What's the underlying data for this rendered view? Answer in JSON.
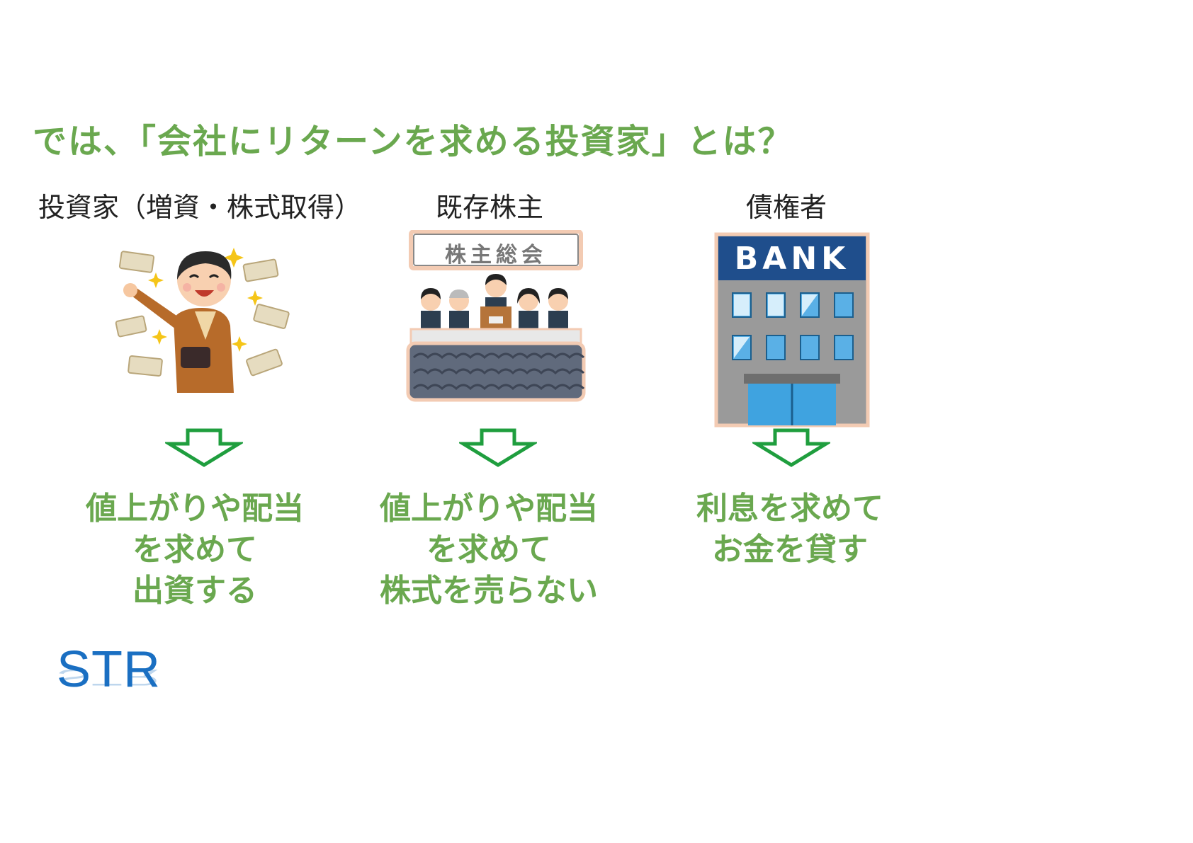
{
  "slide": {
    "title": "では、「会社にリターンを求める投資家」とは？",
    "columns": [
      {
        "label": "投資家（増資・株式取得）",
        "icon": "investor-with-money-icon",
        "caption": [
          "値上がりや配当",
          "を求めて",
          "出資する"
        ]
      },
      {
        "label": "既存株主",
        "icon": "shareholders-meeting-icon",
        "banner": "株主総会",
        "caption": [
          "値上がりや配当",
          "を求めて",
          "株式を売らない"
        ]
      },
      {
        "label": "債権者",
        "icon": "bank-building-icon",
        "sign": "BANK",
        "caption": [
          "利息を求めて",
          "お金を貸す"
        ]
      }
    ],
    "logo": "STR",
    "colors": {
      "title_green": "#6aa84f",
      "arrow_green": "#1f9e3e",
      "logo_blue": "#1a6fc2",
      "bank_navy": "#1f4e8c"
    }
  }
}
